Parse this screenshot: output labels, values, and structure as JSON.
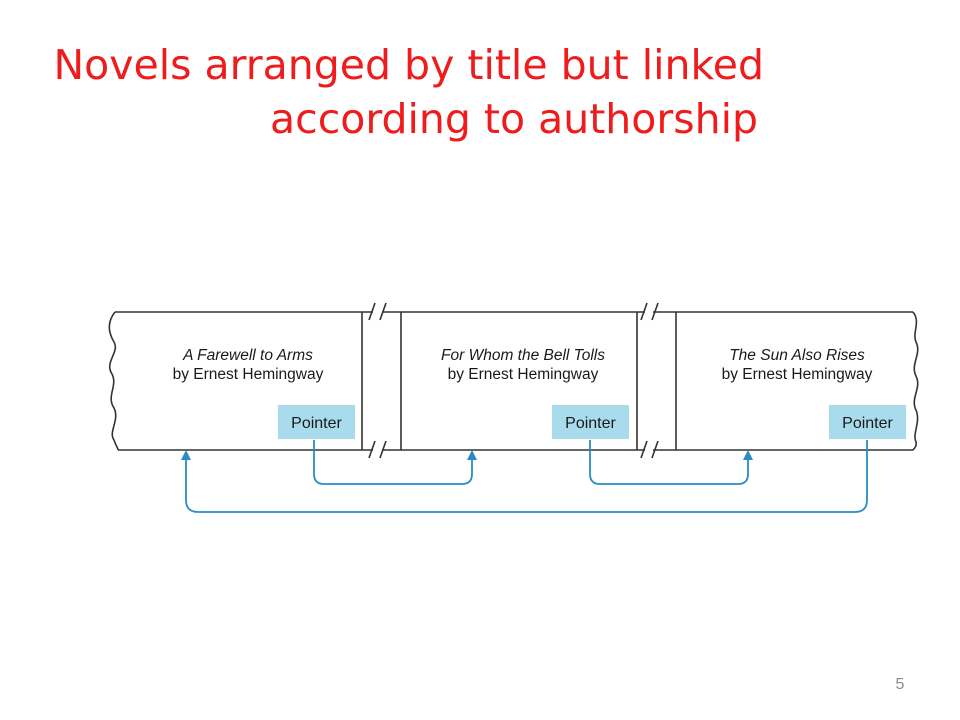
{
  "title": {
    "line1": "Novels arranged by title but linked",
    "line2": "according to authorship"
  },
  "records": [
    {
      "title": "A Farewell to Arms",
      "author": "by Ernest Hemingway",
      "pointer_label": "Pointer"
    },
    {
      "title": "For Whom the Bell Tolls",
      "author": "by Ernest Hemingway",
      "pointer_label": "Pointer"
    },
    {
      "title": "The Sun Also Rises",
      "author": "by Ernest Hemingway",
      "pointer_label": "Pointer"
    }
  ],
  "page_number": "5",
  "colors": {
    "title": "#ee1c1c",
    "pointer_box": "#a8dcec",
    "arrow": "#2a8cc4",
    "outline": "#333333"
  }
}
